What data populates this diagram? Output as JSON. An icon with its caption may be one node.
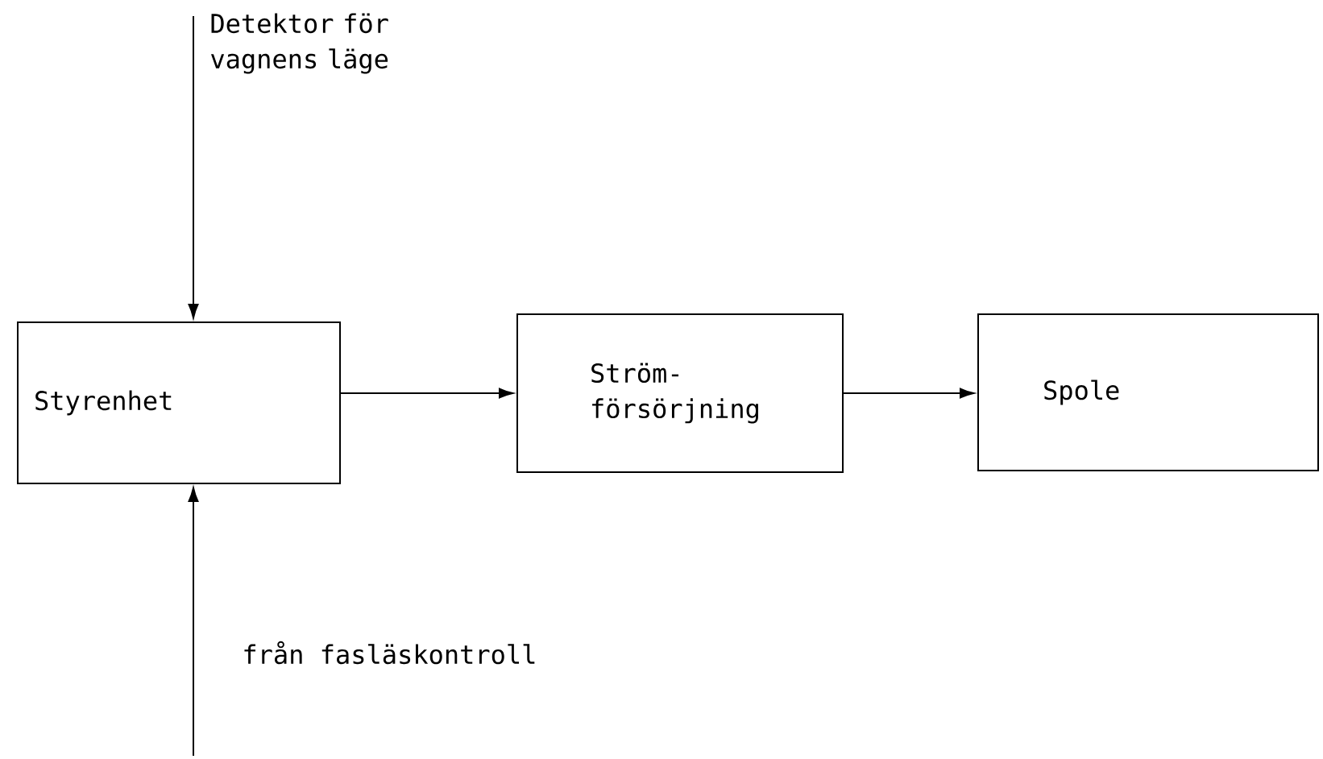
{
  "diagram": {
    "nodes": [
      {
        "text": [
          "Detektor för vagnens läge"
        ]
      },
      {
        "text": [
          "Styrenhet"
        ]
      },
      {
        "text": [
          "Ström- försörjning"
        ]
      },
      {
        "text": [
          "Spole"
        ]
      },
      {
        "text": [
          "från fasläskontroll"
        ]
      }
    ],
    "edges": [
      {
        "from": 0,
        "to": 1,
        "arrow": "to"
      },
      {
        "from": 1,
        "to": 2,
        "arrow": "to"
      },
      {
        "from": 2,
        "to": 3,
        "arrow": "to"
      },
      {
        "from": 4,
        "to": 1,
        "arrow": "to"
      }
    ]
  }
}
